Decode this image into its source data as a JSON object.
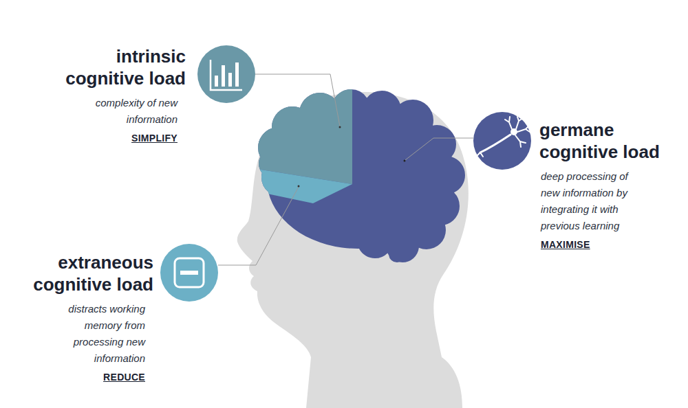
{
  "diagram": {
    "nodes": [
      {
        "text": [
          "intrinsic cognitive load",
          "complexity of new information",
          "SIMPLIFY"
        ]
      },
      {
        "text": [
          "germane cognitive load",
          "deep processing of new information by integrating it with previous learning",
          "MAXIMISE"
        ]
      },
      {
        "text": [
          "extraneous cognitive load",
          "distracts working memory from processing new information",
          "REDUCE"
        ]
      }
    ]
  }
}
